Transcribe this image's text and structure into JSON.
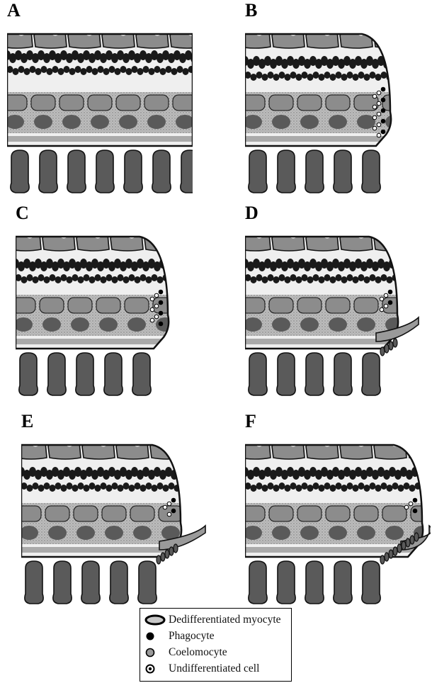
{
  "panels": [
    {
      "letter": "A",
      "stage": 0
    },
    {
      "letter": "B",
      "stage": 1
    },
    {
      "letter": "C",
      "stage": 2
    },
    {
      "letter": "D",
      "stage": 3
    },
    {
      "letter": "E",
      "stage": 4
    },
    {
      "letter": "F",
      "stage": 5
    }
  ],
  "legend": {
    "items": [
      {
        "label": "Dedifferentiated myocyte",
        "symbol": "dedifferentiated-myocyte"
      },
      {
        "label": "Phagocyte",
        "symbol": "phagocyte"
      },
      {
        "label": "Coelomocyte",
        "symbol": "coelomocyte"
      },
      {
        "label": "Undifferentiated cell",
        "symbol": "undifferentiated-cell"
      }
    ]
  },
  "colors": {
    "tissue_gray": "#8c8c8c",
    "dark_gray": "#5a5a5a",
    "gut_black": "#1a1a1a",
    "stipple": "#bdbdbd",
    "light": "#efefef",
    "outline": "#111111"
  }
}
